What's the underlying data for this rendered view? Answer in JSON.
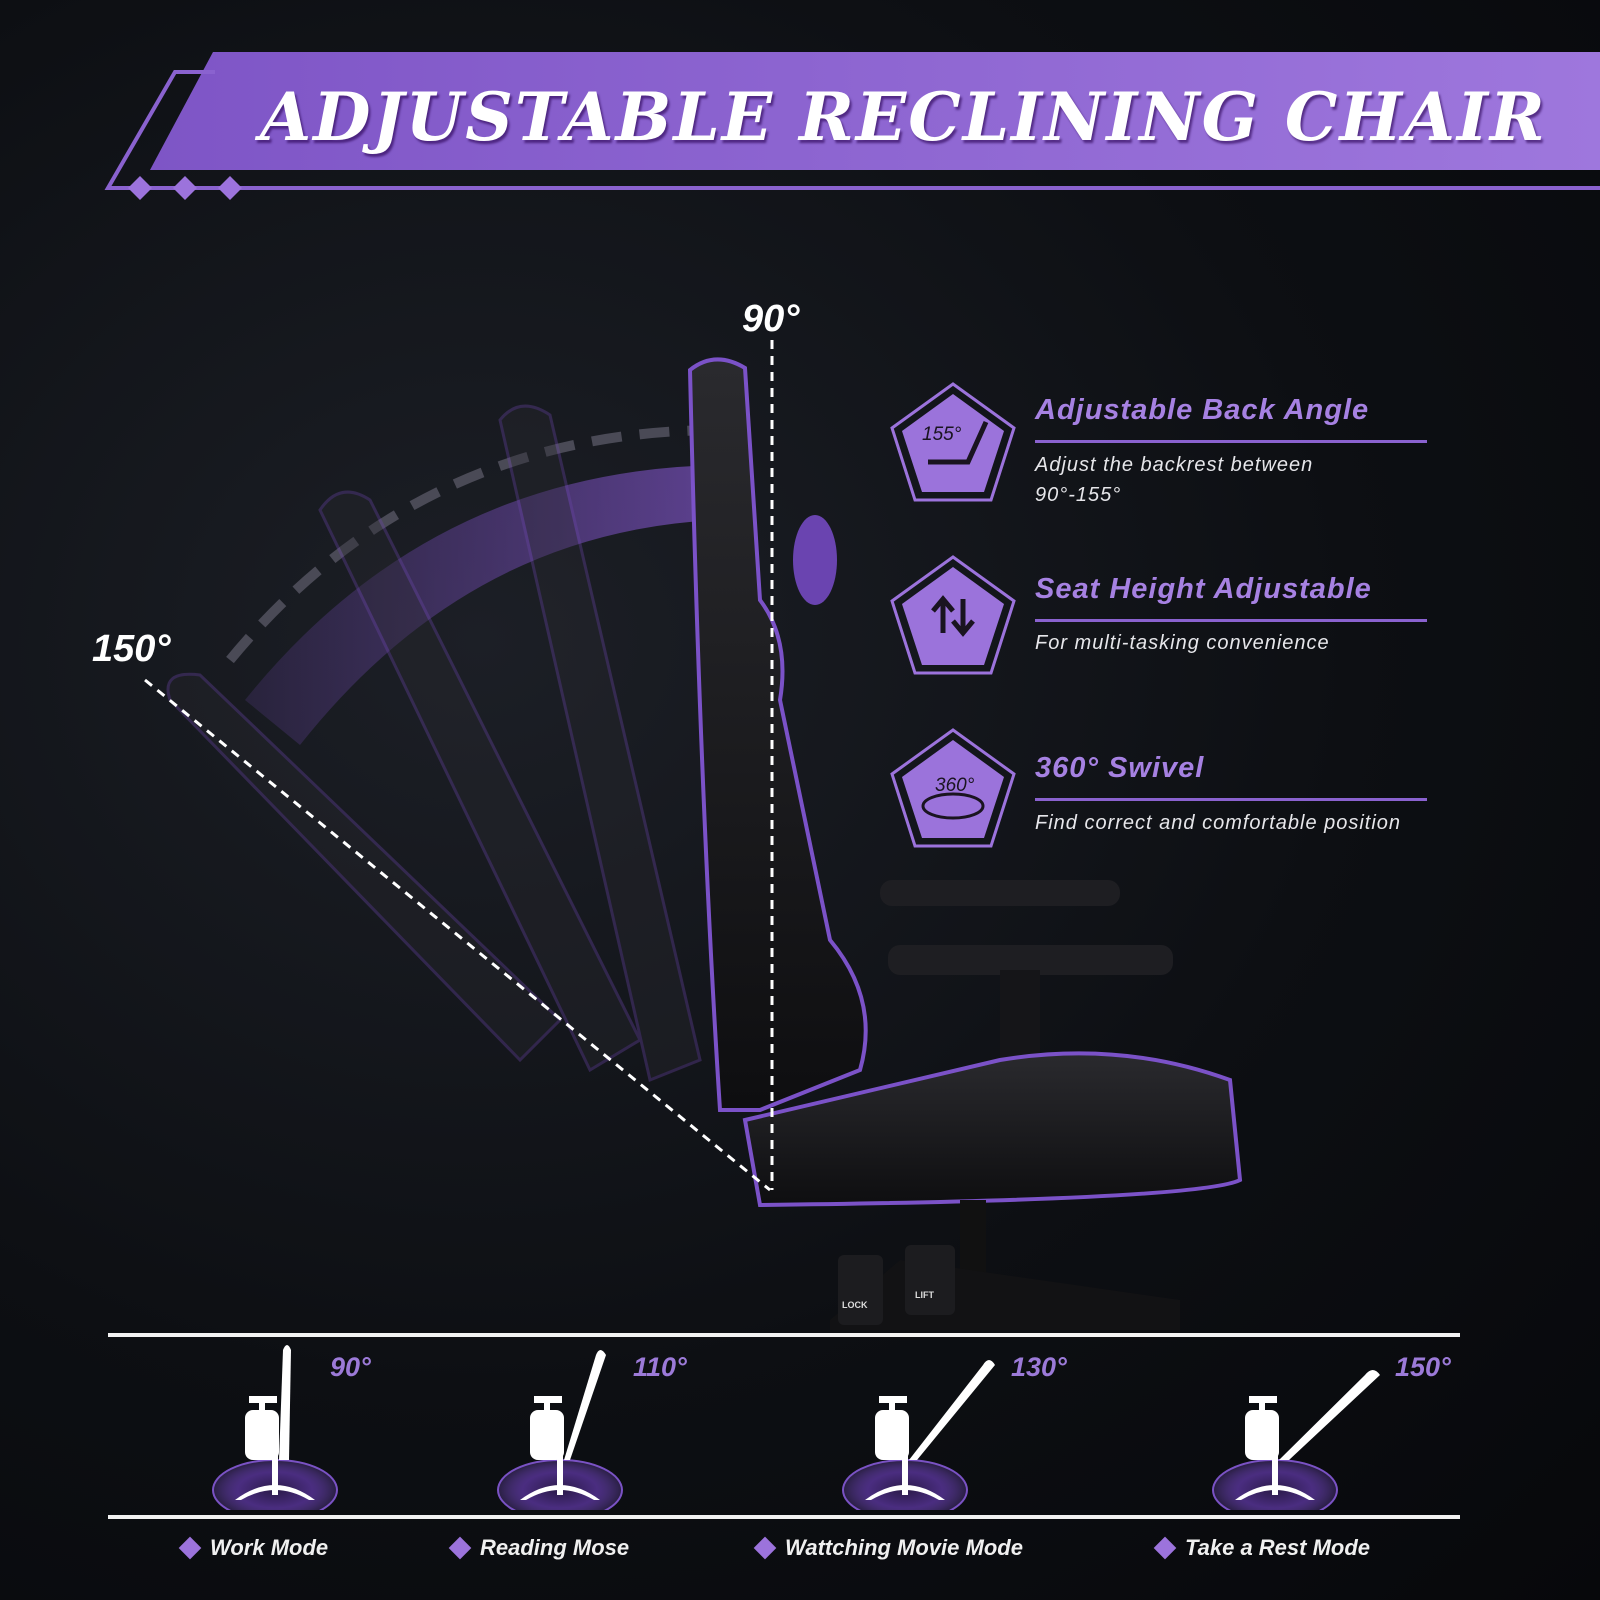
{
  "header": {
    "title": "ADJUSTABLE RECLINING CHAIR"
  },
  "hero": {
    "angle_upright": "90°",
    "angle_recline": "150°",
    "base_labels": {
      "lock": "LOCK",
      "lift": "LIFT"
    }
  },
  "features": [
    {
      "icon": "seat-angle-icon",
      "icon_text": "155°",
      "title": "Adjustable Back Angle",
      "description_line1": "Adjust the backrest between",
      "description_line2": "90°-155°"
    },
    {
      "icon": "up-down-arrows-icon",
      "title": "Seat Height Adjustable",
      "description_line1": "For multi-tasking convenience"
    },
    {
      "icon": "swivel-icon",
      "icon_text": "360°",
      "title": "360° Swivel",
      "description_line1": "Find correct and comfortable position"
    }
  ],
  "modes": [
    {
      "angle": "90°",
      "label": "Work Mode"
    },
    {
      "angle": "110°",
      "label": "Reading Mose"
    },
    {
      "angle": "130°",
      "label": "Wattching Movie Mode"
    },
    {
      "angle": "150°",
      "label": "Take a Rest Mode"
    }
  ],
  "colors": {
    "accent": "#9c73dc",
    "banner": "#8d63d2",
    "background": "#0d0f13"
  }
}
